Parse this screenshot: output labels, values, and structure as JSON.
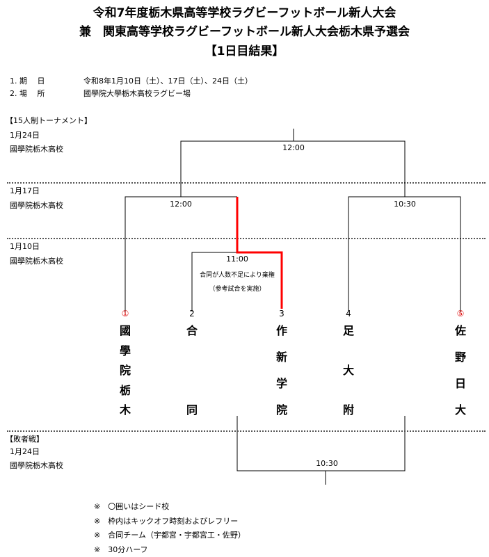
{
  "title": {
    "line1": "令和7年度栃木県高等学校ラグビーフットボール新人大会",
    "line2": "兼　関東高等学校ラグビーフットボール新人大会栃木県予選会",
    "line3": "【1日目結果】"
  },
  "info": [
    {
      "label": "1. 期　 日",
      "value": "令和8年1月10日（土）、17日（土）、24日（土）"
    },
    {
      "label": "2. 場　 所",
      "value": "國學院大學栃木高校ラグビー場"
    }
  ],
  "tournament": {
    "heading": "【15人制トーナメント】",
    "rounds": [
      {
        "date": "1月24日",
        "venue": "國學院栃木高校"
      },
      {
        "date": "1月17日",
        "venue": "國學院栃木高校"
      },
      {
        "date": "1月10日",
        "venue": "國學院栃木高校"
      }
    ],
    "matches": {
      "final": "12:00",
      "semi_left": "12:00",
      "semi_right": "10:30",
      "qf": "11:00",
      "qf_note1": "合同が人数不足により棄権",
      "qf_note2": "（参考試合を実施）"
    },
    "teams": [
      {
        "seed": "①",
        "chars": [
          "國",
          "學",
          "院",
          "栃",
          "木"
        ],
        "seeded": true
      },
      {
        "seed": "2",
        "chars": [
          "合",
          "同"
        ],
        "seeded": false
      },
      {
        "seed": "3",
        "chars": [
          "作",
          "新",
          "学",
          "院"
        ],
        "seeded": false
      },
      {
        "seed": "4",
        "chars": [
          "足",
          "大",
          "附"
        ],
        "seeded": false
      },
      {
        "seed": "⑤",
        "chars": [
          "佐",
          "野",
          "日",
          "大"
        ],
        "seeded": true
      }
    ]
  },
  "consolation": {
    "heading": "【敗者戦】",
    "date": "1月24日",
    "venue": "國學院栃木高校",
    "time": "10:30"
  },
  "notes": [
    "※　〇囲いはシード校",
    "※　枠内はキックオフ時刻およびレフリー",
    "※　合同チーム（宇都宮・宇都宮工・佐野）",
    "※　30分ハーフ"
  ],
  "colors": {
    "winner_line": "#ff0000",
    "seed": "#d00000"
  }
}
